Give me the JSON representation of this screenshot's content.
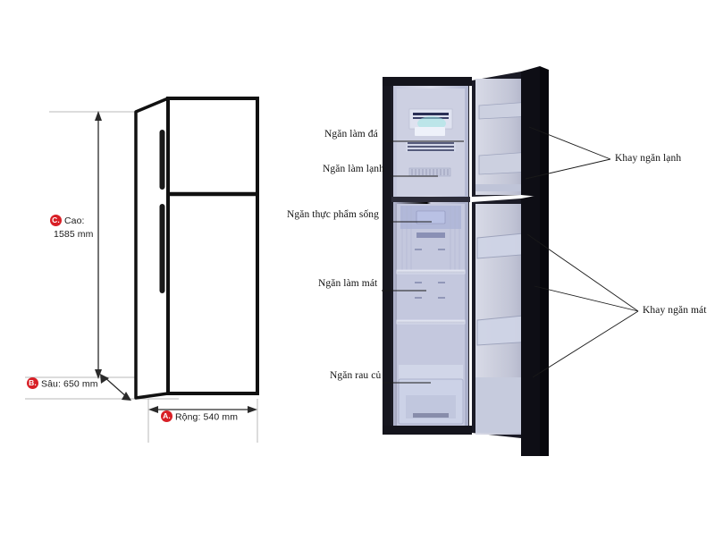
{
  "document": {
    "type": "product-dimension-and-parts-diagram",
    "subject": "refrigerator",
    "language": "vi"
  },
  "dimensions": {
    "height": {
      "badge": "C.",
      "label": "Cao:",
      "value": "1585 mm",
      "badge_color": "#d81f26"
    },
    "depth": {
      "badge": "B.",
      "label": "Sâu: 650 mm",
      "badge_color": "#d81f26"
    },
    "width": {
      "badge": "A.",
      "label": "Rộng: 540 mm",
      "badge_color": "#d81f26"
    }
  },
  "callouts": {
    "left": [
      {
        "id": "ngan-lam-da",
        "label": "Ngăn làm đá"
      },
      {
        "id": "ngan-lam-lanh",
        "label": "Ngăn làm lạnh"
      },
      {
        "id": "ngan-thuc-pham",
        "label": "Ngăn thực phẩm sống"
      },
      {
        "id": "ngan-lam-mat",
        "label": "Ngăn làm mát"
      },
      {
        "id": "ngan-rau-cu",
        "label": "Ngăn rau củ"
      }
    ],
    "right": [
      {
        "id": "khay-ngan-lanh",
        "label": "Khay ngăn lạnh"
      },
      {
        "id": "khay-ngan-mat",
        "label": "Khay ngăn mát"
      }
    ]
  },
  "colors": {
    "accent_red": "#d81f26",
    "outline_black": "#111111",
    "guide_gray": "#b8b8b8",
    "cabinet_dark": "#14141c",
    "interior_light": "#c9cadd"
  }
}
